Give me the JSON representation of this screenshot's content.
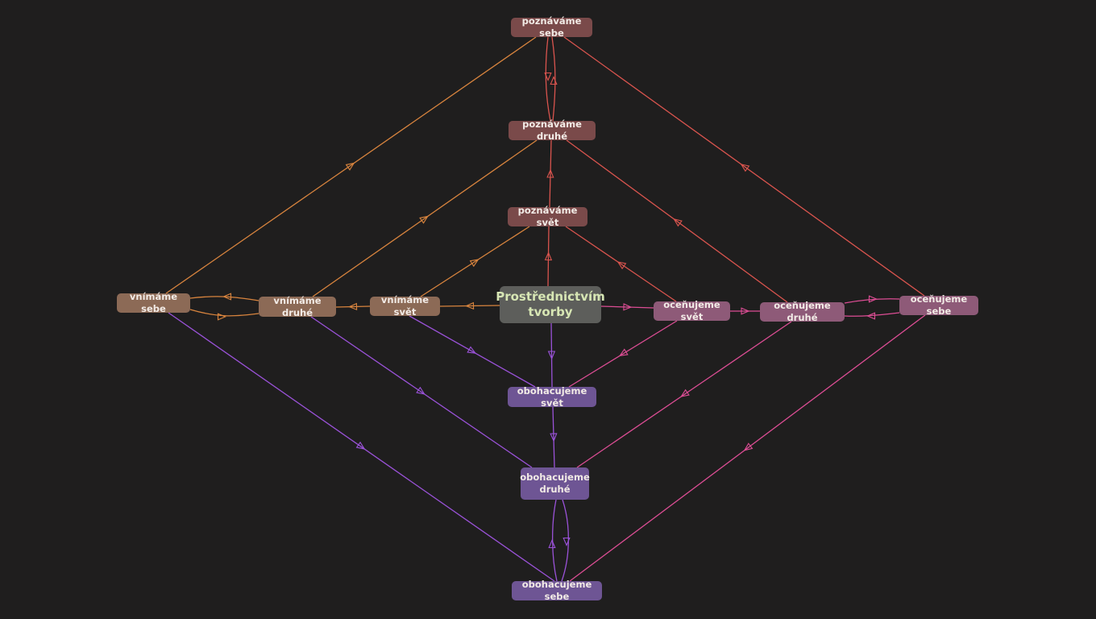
{
  "colors": {
    "background": "#1f1e1e",
    "poznavame_fill": "#7a4a4a",
    "vnimame_fill": "#8c6a56",
    "ocenujeme_fill": "#8e5a78",
    "obohacujeme_fill": "#6e5594",
    "center_fill": "#5d5e5b",
    "orange_edge": "#d8843e",
    "red_edge": "#d9544e",
    "pink_edge": "#dc4d94",
    "purple_edge": "#9a52d8"
  },
  "nodes": {
    "center": "Prostřednictvím\ntvorby",
    "poznavame_sebe": "poznáváme sebe",
    "poznavame_druhe": "poznáváme druhé",
    "poznavame_svet": "poznáváme svět",
    "vnimame_sebe": "vnímáme sebe",
    "vnimame_druhe": "vnímáme druhé",
    "vnimame_svet": "vnímáme svět",
    "ocenujeme_svet": "oceňujeme svět",
    "ocenujeme_druhe": "oceňujeme druhé",
    "ocenujeme_sebe": "oceňujeme sebe",
    "obohacujeme_svet": "obohacujeme svět",
    "obohacujeme_druhe": "obohacujeme\ndruhé",
    "obohacujeme_sebe": "obohacujeme sebe"
  }
}
